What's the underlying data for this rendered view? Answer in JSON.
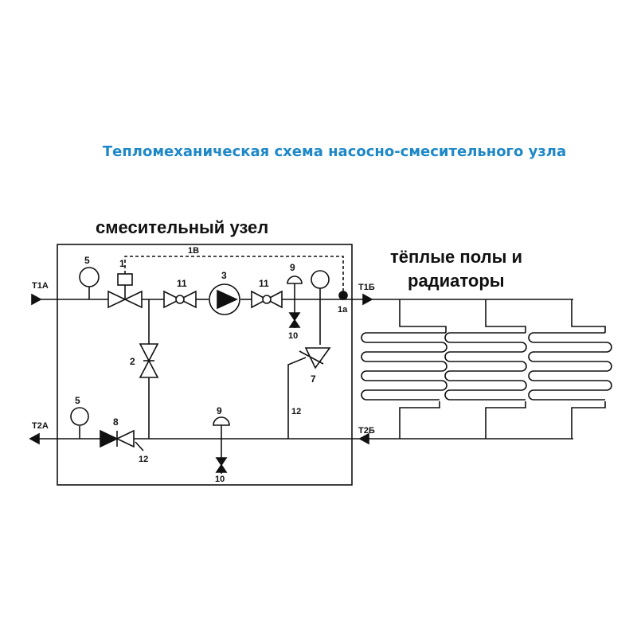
{
  "title": "Тепломеханическая схема насосно-смесительного узла",
  "mixing_unit_label": "смесительный узел",
  "heating_label_line1": "тёплые полы и",
  "heating_label_line2": "радиаторы",
  "ports": {
    "t1a": "Т1А",
    "t2a": "Т2А",
    "t1b": "Т1Б",
    "t2b": "Т2Б"
  },
  "numbers": {
    "n1": "1",
    "n1b": "1В",
    "n1a": "1а",
    "n2": "2",
    "n3": "3",
    "n5_top": "5",
    "n5_bottom": "5",
    "n7": "7",
    "n8": "8",
    "n9_top": "9",
    "n9_bottom": "9",
    "n10_top": "10",
    "n10_bottom": "10",
    "n11_left": "11",
    "n11_right": "11",
    "n12_bottom": "12",
    "n12_vertical": "12"
  },
  "colors": {
    "title": "#1e88c8",
    "line": "#111111"
  }
}
